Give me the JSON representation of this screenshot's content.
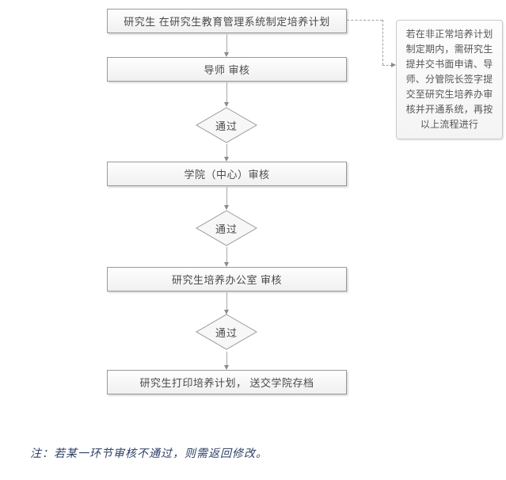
{
  "flow": {
    "steps": [
      {
        "type": "box",
        "label": "研究生 在研究生教育管理系统制定培养计划"
      },
      {
        "type": "box",
        "label": "导师 审核"
      },
      {
        "type": "diamond",
        "label": "通过"
      },
      {
        "type": "box",
        "label": "学院（中心）审核"
      },
      {
        "type": "diamond",
        "label": "通过"
      },
      {
        "type": "box",
        "label": "研究生培养办公室 审核"
      },
      {
        "type": "diamond",
        "label": "通过"
      },
      {
        "type": "box",
        "label": "研究生打印培养计划， 送交学院存档"
      }
    ],
    "side_note": "若在非正常培养计划制定期内，需研究生提并交书面申请、导师、分管院长签字提交至研究生培养办审核并开通系统，再按以上流程进行",
    "footnote": "注：若某一环节审核不通过，则需返回修改。"
  },
  "colors": {
    "box_border": "#9a9a9a",
    "box_fill_top": "#fefefe",
    "box_fill_bottom": "#f0f0f0",
    "diamond_fill": "#f7f7f7",
    "connector": "#a8a8a8",
    "text": "#4a4a4a",
    "footnote_text": "#2e4066"
  }
}
